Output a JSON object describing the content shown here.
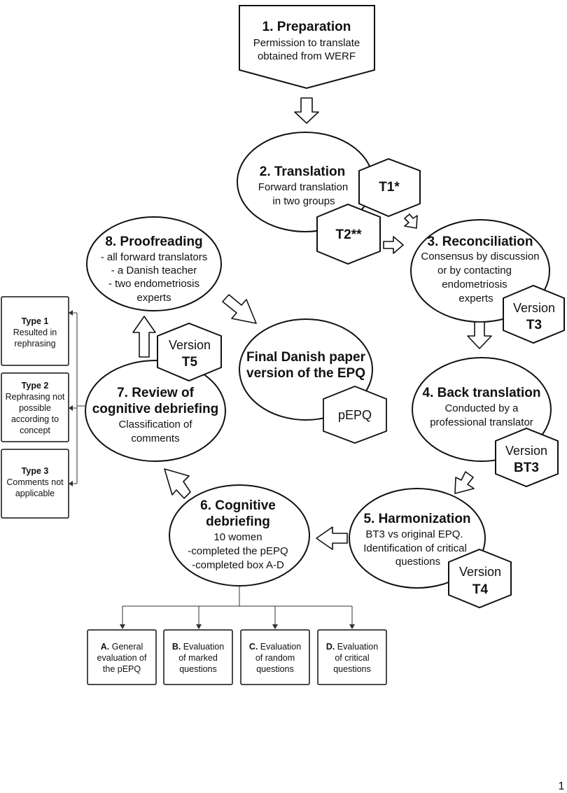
{
  "preparation": {
    "title": "1. Preparation",
    "lines": [
      "Permission to translate",
      "obtained from WERF"
    ]
  },
  "translation": {
    "title": "2. Translation",
    "lines": [
      "Forward translation",
      "in two groups"
    ],
    "hex1": "T1*",
    "hex2": "T2**"
  },
  "reconciliation": {
    "title": "3. Reconciliation",
    "lines": [
      "Consensus by discussion",
      "or by contacting",
      "endometriosis",
      "experts"
    ],
    "hex_top": "Version",
    "hex_bottom": "T3"
  },
  "back_translation": {
    "title": "4. Back translation",
    "lines": [
      "Conducted by a",
      "professional translator"
    ],
    "hex_top": "Version",
    "hex_bottom": "BT3"
  },
  "harmonization": {
    "title": "5. Harmonization",
    "lines": [
      "BT3 vs original EPQ.",
      "Identification of critical",
      "questions"
    ],
    "hex_top": "Version",
    "hex_bottom": "T4"
  },
  "cognitive_debriefing": {
    "title_lines": [
      "6. Cognitive",
      "debriefing"
    ],
    "lines": [
      "10 women",
      "-completed the pEPQ",
      "-completed box A-D"
    ]
  },
  "review": {
    "title_lines": [
      "7. Review of",
      "cognitive debriefing"
    ],
    "lines": [
      "Classification of",
      "comments"
    ],
    "hex_top": "Version",
    "hex_bottom": "T5"
  },
  "proofreading": {
    "title": "8. Proofreading",
    "lines": [
      "- all forward translators",
      "- a Danish teacher",
      "- two endometriosis",
      "experts"
    ]
  },
  "final": {
    "title_lines": [
      "Final Danish paper",
      "version of the EPQ"
    ],
    "hex": "pEPQ"
  },
  "types": [
    {
      "label": "Type 1",
      "lines": [
        "Resulted in",
        "rephrasing"
      ]
    },
    {
      "label": "Type 2",
      "lines": [
        "Rephrasing not",
        "possible",
        "according to",
        "concept"
      ]
    },
    {
      "label": "Type 3",
      "lines": [
        "Comments not",
        "applicable"
      ]
    }
  ],
  "boxes": [
    {
      "letter": "A.",
      "lines": [
        "General",
        "evaluation of",
        "the pEPQ"
      ]
    },
    {
      "letter": "B.",
      "lines": [
        "Evaluation",
        "of marked",
        "questions"
      ]
    },
    {
      "letter": "C.",
      "lines": [
        "Evaluation",
        "of random",
        "questions"
      ]
    },
    {
      "letter": "D.",
      "lines": [
        "Evaluation",
        "of critical",
        "questions"
      ]
    }
  ],
  "page_number": "1"
}
